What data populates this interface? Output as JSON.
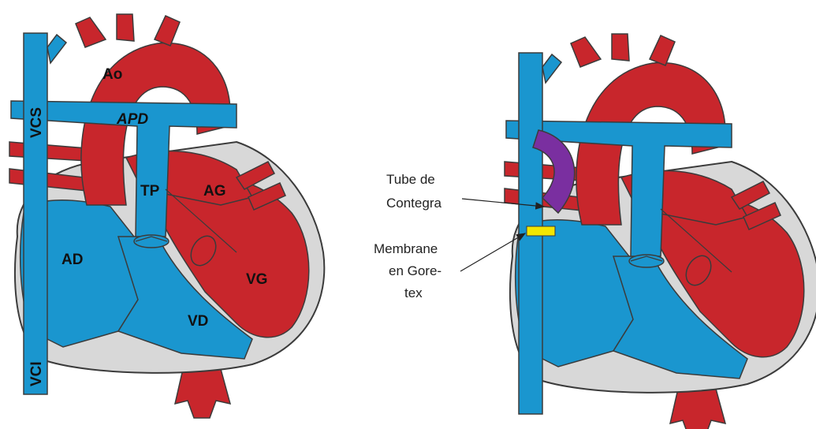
{
  "colors": {
    "oxygenated": "#c8262c",
    "deoxygenated": "#1a96cf",
    "wall": "#d8d8d8",
    "outline": "#3b3b3b",
    "contegra_tube": "#7a2fa0",
    "goretex_membrane": "#f2e600"
  },
  "left_heart": {
    "labels": {
      "ao": "Ao",
      "apd": "APD",
      "vcs": "VCS",
      "tp": "TP",
      "ag": "AG",
      "ad": "AD",
      "vg": "VG",
      "vd": "VD",
      "vci": "VCI"
    }
  },
  "right_heart": {
    "annotations": {
      "tube_line1": "Tube de",
      "tube_line2": "Contegra",
      "membrane_line1": "Membrane",
      "membrane_line2": "en Gore-",
      "membrane_line3": "tex"
    }
  }
}
